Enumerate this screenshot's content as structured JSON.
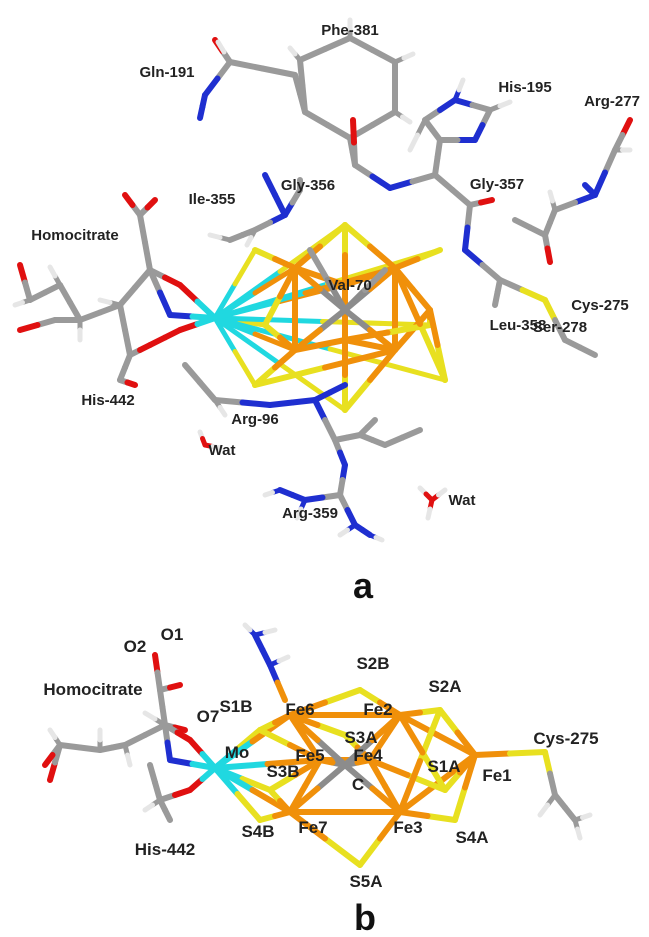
{
  "panels": [
    {
      "letter": "a",
      "labels": [
        "Phe-381",
        "Gln-191",
        "His-195",
        "Arg-277",
        "Gly-356",
        "Gly-357",
        "Ile-355",
        "Homocitrate",
        "Val-70",
        "Ser-278",
        "Cys-275",
        "Leu-358",
        "His-442",
        "Arg-96",
        "Wat",
        "Arg-359",
        "Wat"
      ]
    },
    {
      "letter": "b",
      "labels": [
        "O2",
        "O1",
        "S2B",
        "Homocitrate",
        "S2A",
        "Fe6",
        "Fe2",
        "S1B",
        "O7",
        "S3A",
        "Cys-275",
        "Mo",
        "Fe5",
        "Fe4",
        "S3B",
        "S1A",
        "Fe1",
        "C",
        "His-442",
        "S4B",
        "Fe7",
        "Fe3",
        "S4A",
        "S5A"
      ]
    }
  ],
  "colors": {
    "carbon": "#9a9a9a",
    "nitrogen": "#1f2fd0",
    "oxygen": "#e01010",
    "sulfur": "#e8e020",
    "iron": "#f0900a",
    "molybdenum": "#20d8e0",
    "hydrogen": "#e6e6e6",
    "central_carbon": "#8c8c8c"
  }
}
